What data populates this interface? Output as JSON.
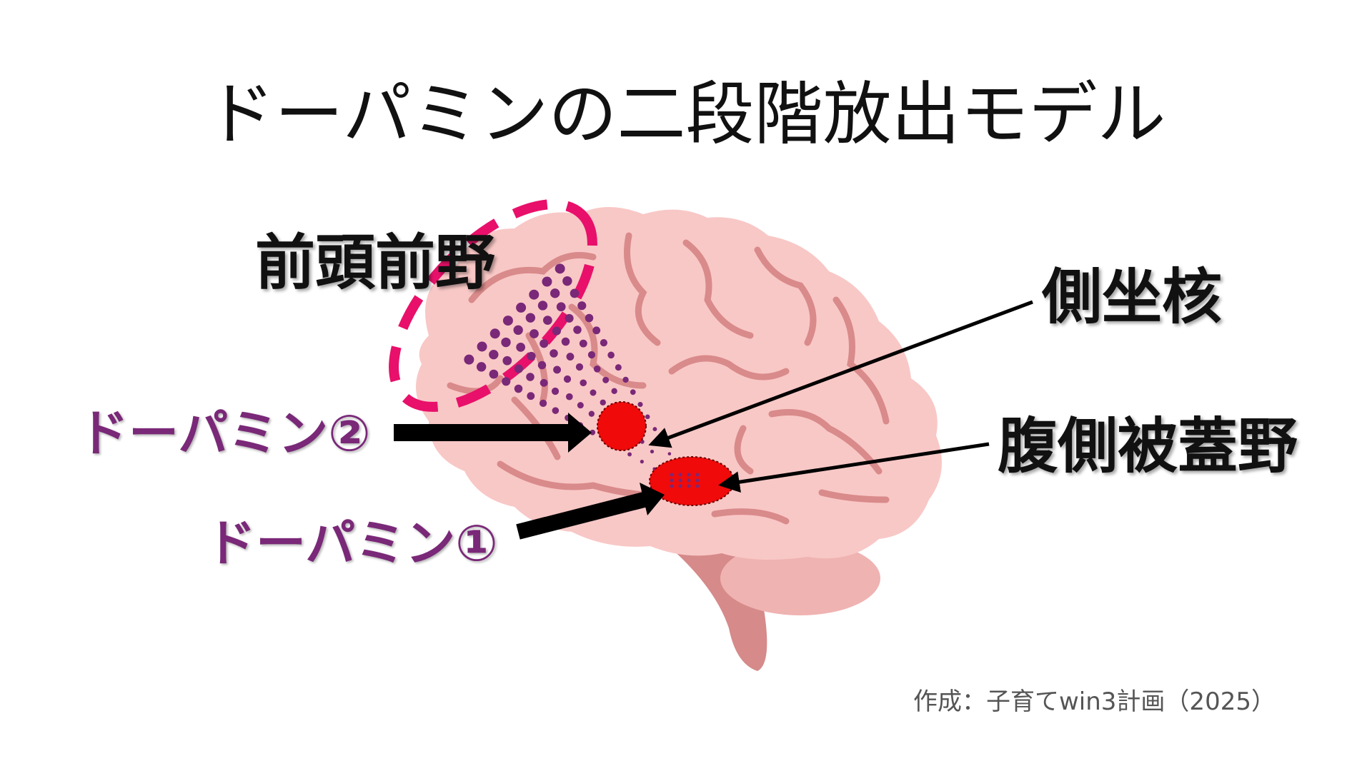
{
  "title": "ドーパミンの二段階放出モデル",
  "labels": {
    "prefrontal_cortex": "前頭前野",
    "nucleus_accumbens": "側坐核",
    "vta": "腹側被蓋野",
    "dopamine_2": "ドーパミン②",
    "dopamine_1": "ドーパミン①"
  },
  "credit": "作成：子育てwin3計画（2025）",
  "colors": {
    "brain": "#f8c8c6",
    "gyri": "#d98a8a",
    "highlight_ring": "#e8106a",
    "nucleus": "#f00a0a",
    "dopamine": "#7a2878"
  }
}
